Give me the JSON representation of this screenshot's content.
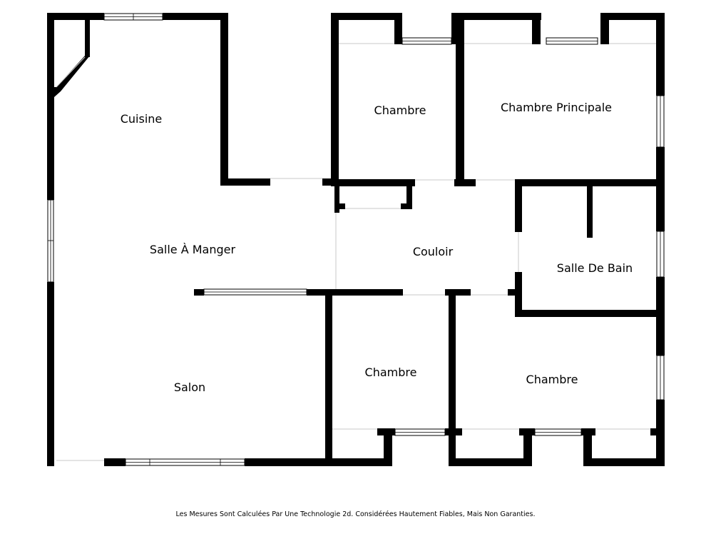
{
  "rooms": {
    "cuisine": "Cuisine",
    "salle_a_manger": "Salle À Manger",
    "salon": "Salon",
    "chambre_nord": "Chambre",
    "chambre_principale": "Chambre Principale",
    "couloir": "Couloir",
    "salle_de_bain": "Salle De Bain",
    "chambre_sud_ouest": "Chambre",
    "chambre_sud_est": "Chambre"
  },
  "footer": {
    "disclaimer": "Les Mesures Sont Calculées Par Une Technologie 2d. Considérées Hautement Fiables, Mais Non Garanties."
  },
  "colors": {
    "wall": "#000000",
    "background": "#ffffff",
    "door_line": "#c8c8c8"
  }
}
